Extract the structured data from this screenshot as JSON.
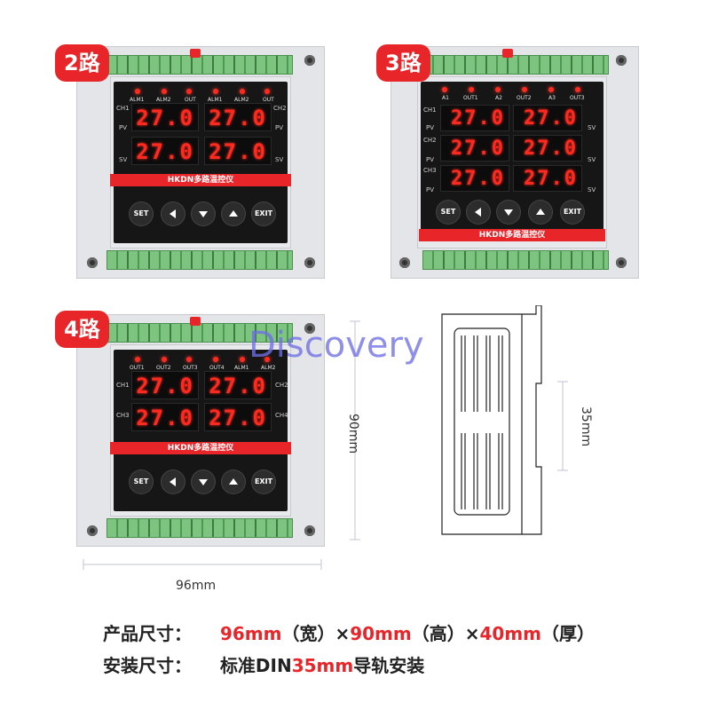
{
  "badges": {
    "two": "2路",
    "three": "3路",
    "four": "4路"
  },
  "controller": {
    "brand_label": "HKDN多路温控仪",
    "reading": "27.0",
    "buttons": {
      "set": "SET",
      "exit": "EXIT",
      "left_icon": "left-arrow-icon",
      "down_icon": "down-arrow-icon",
      "up_icon": "up-arrow-icon"
    },
    "two_channel": {
      "leds": [
        "ALM1",
        "ALM2",
        "OUT",
        "ALM1",
        "ALM2",
        "OUT"
      ],
      "ch_left": "CH1",
      "ch_right": "CH2",
      "pv": "PV",
      "sv": "SV"
    },
    "three_channel": {
      "leds": [
        "A1",
        "OUT1",
        "A2",
        "OUT2",
        "A3",
        "OUT3"
      ],
      "ch1": "CH1",
      "ch2": "CH2",
      "ch3": "CH3",
      "pv": "PV",
      "sv": "SV"
    },
    "four_channel": {
      "leds": [
        "OUT1",
        "OUT2",
        "OUT3",
        "OUT4",
        "ALM1",
        "ALM2"
      ],
      "ch1": "CH1",
      "ch2": "CH2",
      "ch3": "CH3",
      "ch4": "CH4"
    }
  },
  "dimensions": {
    "height": "90mm",
    "width": "96mm",
    "rail": "35mm"
  },
  "watermark": "Discovery",
  "specs": {
    "size_label": "产品尺寸：",
    "width_value": "96mm",
    "width_unit": "（宽）×",
    "height_value": "90mm",
    "height_unit": "（高）×",
    "depth_value": "40mm",
    "depth_unit": "（厚）",
    "install_label": "安装尺寸：",
    "install_prefix": "标准DIN",
    "install_value": "35mm",
    "install_suffix": "导轨安装"
  },
  "colors": {
    "accent": "#e8262a",
    "display": "#ff2a1f"
  }
}
